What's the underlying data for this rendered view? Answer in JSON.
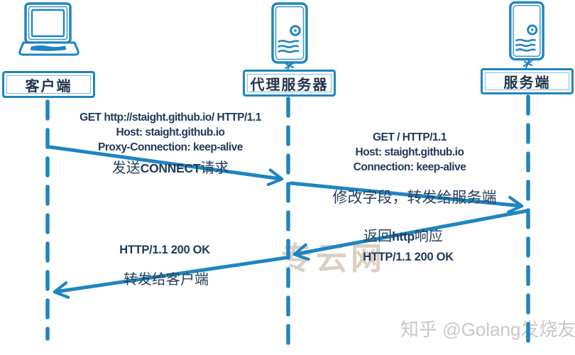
{
  "actors": [
    {
      "id": "client",
      "label": "客户端",
      "icon": "laptop-icon"
    },
    {
      "id": "proxy",
      "label": "代理服务器",
      "icon": "server-tower-icon"
    },
    {
      "id": "server",
      "label": "服务端",
      "icon": "server-tower-icon"
    }
  ],
  "messages": [
    {
      "from": "client",
      "to": "proxy",
      "headers": [
        "GET http://staight.github.io/ HTTP/1.1",
        "Host: staight.github.io",
        "Proxy-Connection: keep-alive"
      ],
      "annotation": {
        "pre": "发送",
        "em": "CONNECT",
        "post": "请求"
      }
    },
    {
      "from": "proxy",
      "to": "server",
      "headers": [
        "GET / HTTP/1.1",
        "Host: staight.github.io",
        "Connection: keep-alive"
      ],
      "annotation": {
        "pre": "修改字段，转发给服务端",
        "em": "",
        "post": ""
      }
    },
    {
      "from": "server",
      "to": "proxy",
      "headers": [
        "HTTP/1.1 200 OK"
      ],
      "annotation": {
        "pre": "返回",
        "em": "http",
        "post": "响应"
      }
    },
    {
      "from": "proxy",
      "to": "client",
      "headers": [
        "HTTP/1.1 200 OK"
      ],
      "annotation": {
        "pre": "转发给客户端",
        "em": "",
        "post": ""
      }
    }
  ],
  "watermarks": {
    "center": "专云网",
    "bottom_right": "知乎 @Golang发烧友"
  },
  "colors": {
    "line_blue": "#1f85c0",
    "text_navy": "#1e3a5a",
    "watermark_center": "#d9cfc3",
    "watermark_gray": "#c8c8c8"
  }
}
